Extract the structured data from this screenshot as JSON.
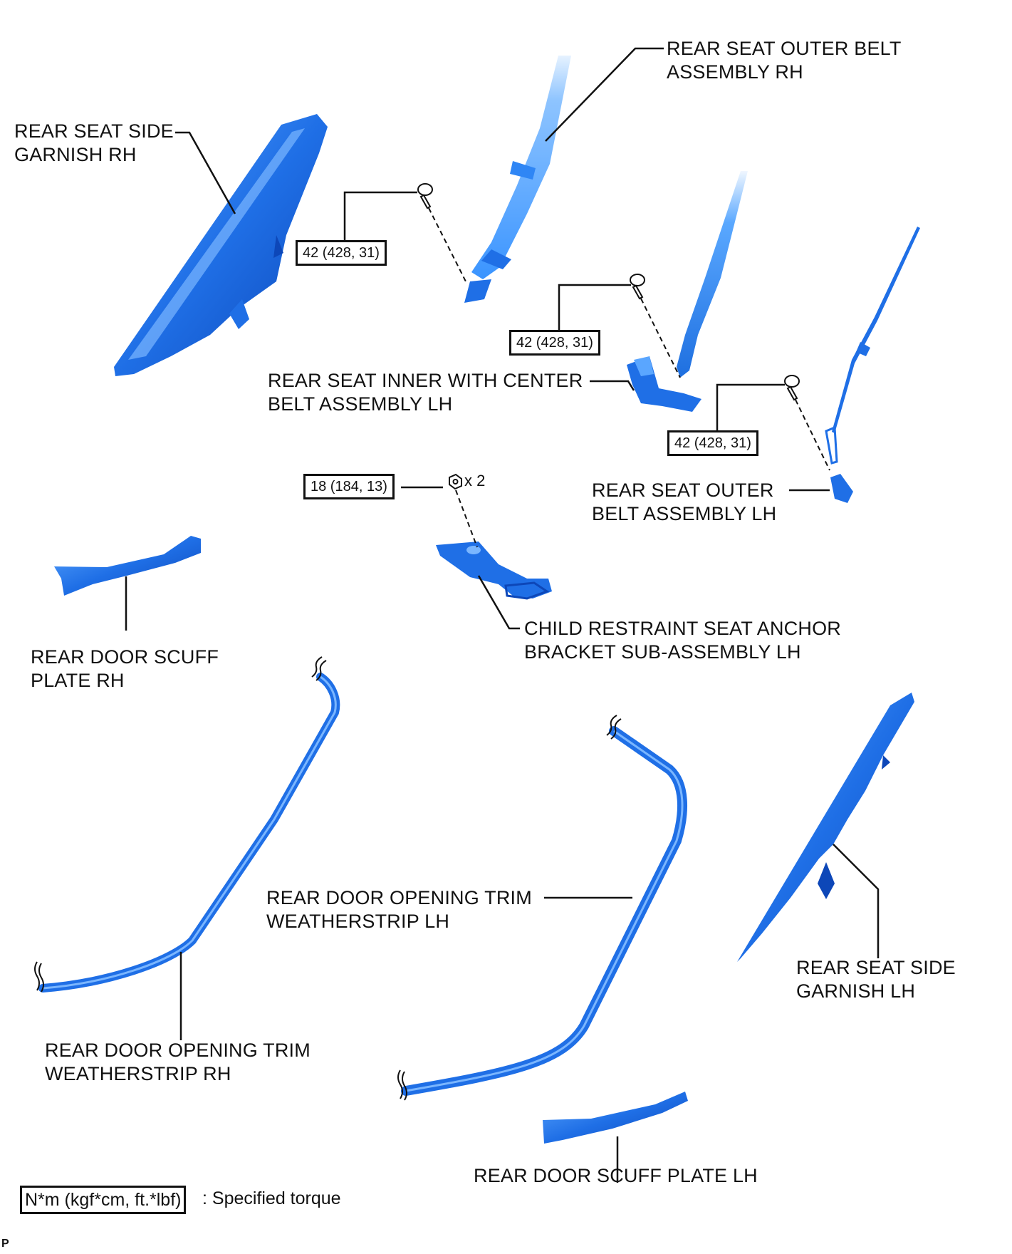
{
  "labels": {
    "outer_belt_rh": [
      "REAR SEAT OUTER BELT",
      "ASSEMBLY RH"
    ],
    "side_garnish_rh": [
      "REAR SEAT SIDE",
      "GARNISH RH"
    ],
    "inner_center_belt_lh": [
      "REAR SEAT INNER WITH CENTER",
      "BELT ASSEMBLY LH"
    ],
    "outer_belt_lh": [
      "REAR SEAT OUTER",
      "BELT ASSEMBLY LH"
    ],
    "scuff_plate_rh": [
      "REAR DOOR SCUFF",
      "PLATE RH"
    ],
    "child_anchor_lh": [
      "CHILD RESTRAINT SEAT ANCHOR",
      "BRACKET SUB-ASSEMBLY LH"
    ],
    "weatherstrip_lh": [
      "REAR DOOR OPENING TRIM",
      "WEATHERSTRIP LH"
    ],
    "side_garnish_lh": [
      "REAR SEAT SIDE",
      "GARNISH LH"
    ],
    "weatherstrip_rh": [
      "REAR DOOR OPENING TRIM",
      "WEATHERSTRIP RH"
    ],
    "scuff_plate_lh": [
      "REAR DOOR SCUFF PLATE LH"
    ]
  },
  "torques": {
    "outer_belt_rh_bolt": "42 (428, 31)",
    "inner_center_belt_bolt": "42 (428, 31)",
    "outer_belt_lh_bolt": "42 (428, 31)",
    "anchor_nut": "18 (184, 13)"
  },
  "nut_quantity": "x 2",
  "legend": {
    "unit": "N*m (kgf*cm, ft.*lbf)",
    "text": ": Specified torque"
  },
  "figure_code": "P",
  "colors": {
    "part_fill": "#1f6fe6",
    "part_dark": "#0d47b8",
    "part_light": "#7ab6ff",
    "belt_fill": "#4aa3ff",
    "line": "#111111"
  },
  "icons": [
    "bolt-icon",
    "nut-icon",
    "break-symbol-icon"
  ]
}
